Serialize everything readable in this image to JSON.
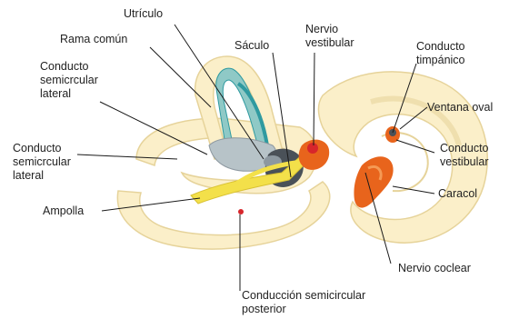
{
  "labels": {
    "utriculo": "Utrículo",
    "rama_comun": "Rama común",
    "conducto_lat_top": "Conducto\nsemicrcular\nlateral",
    "conducto_lat_left": "Conducto\nsemicrcular\nlateral",
    "ampolla": "Ampolla",
    "saculo": "Sáculo",
    "nervio_vestibular": "Nervio\nvestibular",
    "conducto_timpanico": "Conducto\ntimpánico",
    "ventana_oval": "Ventana oval",
    "conducto_vestibular": "Conducto\nvestibular",
    "caracol": "Caracol",
    "nervio_coclear": "Nervio coclear",
    "conduccion_posterior": "Conducción semicircular\nposterior"
  },
  "colors": {
    "bone": "#fbefc9",
    "bone_edge": "#e6d39a",
    "teal": "#2f9aa0",
    "teal_light": "#8fc9c6",
    "grey": "#8d98a0",
    "dark_grey": "#4a5158",
    "nerve_yellow": "#f3e04a",
    "orange": "#e8641c",
    "red": "#d7262b",
    "line": "#1a1a1a"
  }
}
